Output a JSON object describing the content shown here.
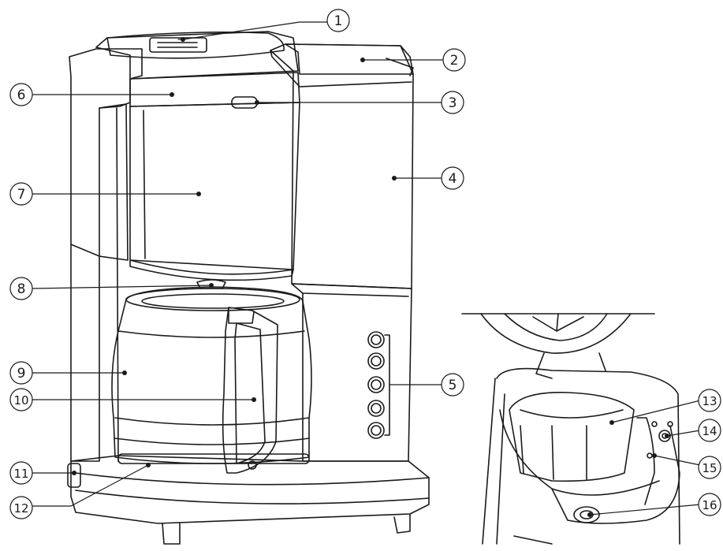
{
  "callouts": [
    {
      "id": "c1",
      "label": "1"
    },
    {
      "id": "c2",
      "label": "2"
    },
    {
      "id": "c3",
      "label": "3"
    },
    {
      "id": "c4",
      "label": "4"
    },
    {
      "id": "c5",
      "label": "5"
    },
    {
      "id": "c6",
      "label": "6"
    },
    {
      "id": "c7",
      "label": "7"
    },
    {
      "id": "c8",
      "label": "8"
    },
    {
      "id": "c9",
      "label": "9"
    },
    {
      "id": "c10",
      "label": "10"
    },
    {
      "id": "c11",
      "label": "11"
    },
    {
      "id": "c12",
      "label": "12"
    },
    {
      "id": "c13",
      "label": "13"
    },
    {
      "id": "c14",
      "label": "14"
    },
    {
      "id": "c15",
      "label": "15"
    },
    {
      "id": "c16",
      "label": "16"
    }
  ],
  "colors": {
    "line": "#1a1a1a",
    "background": "#ffffff"
  }
}
